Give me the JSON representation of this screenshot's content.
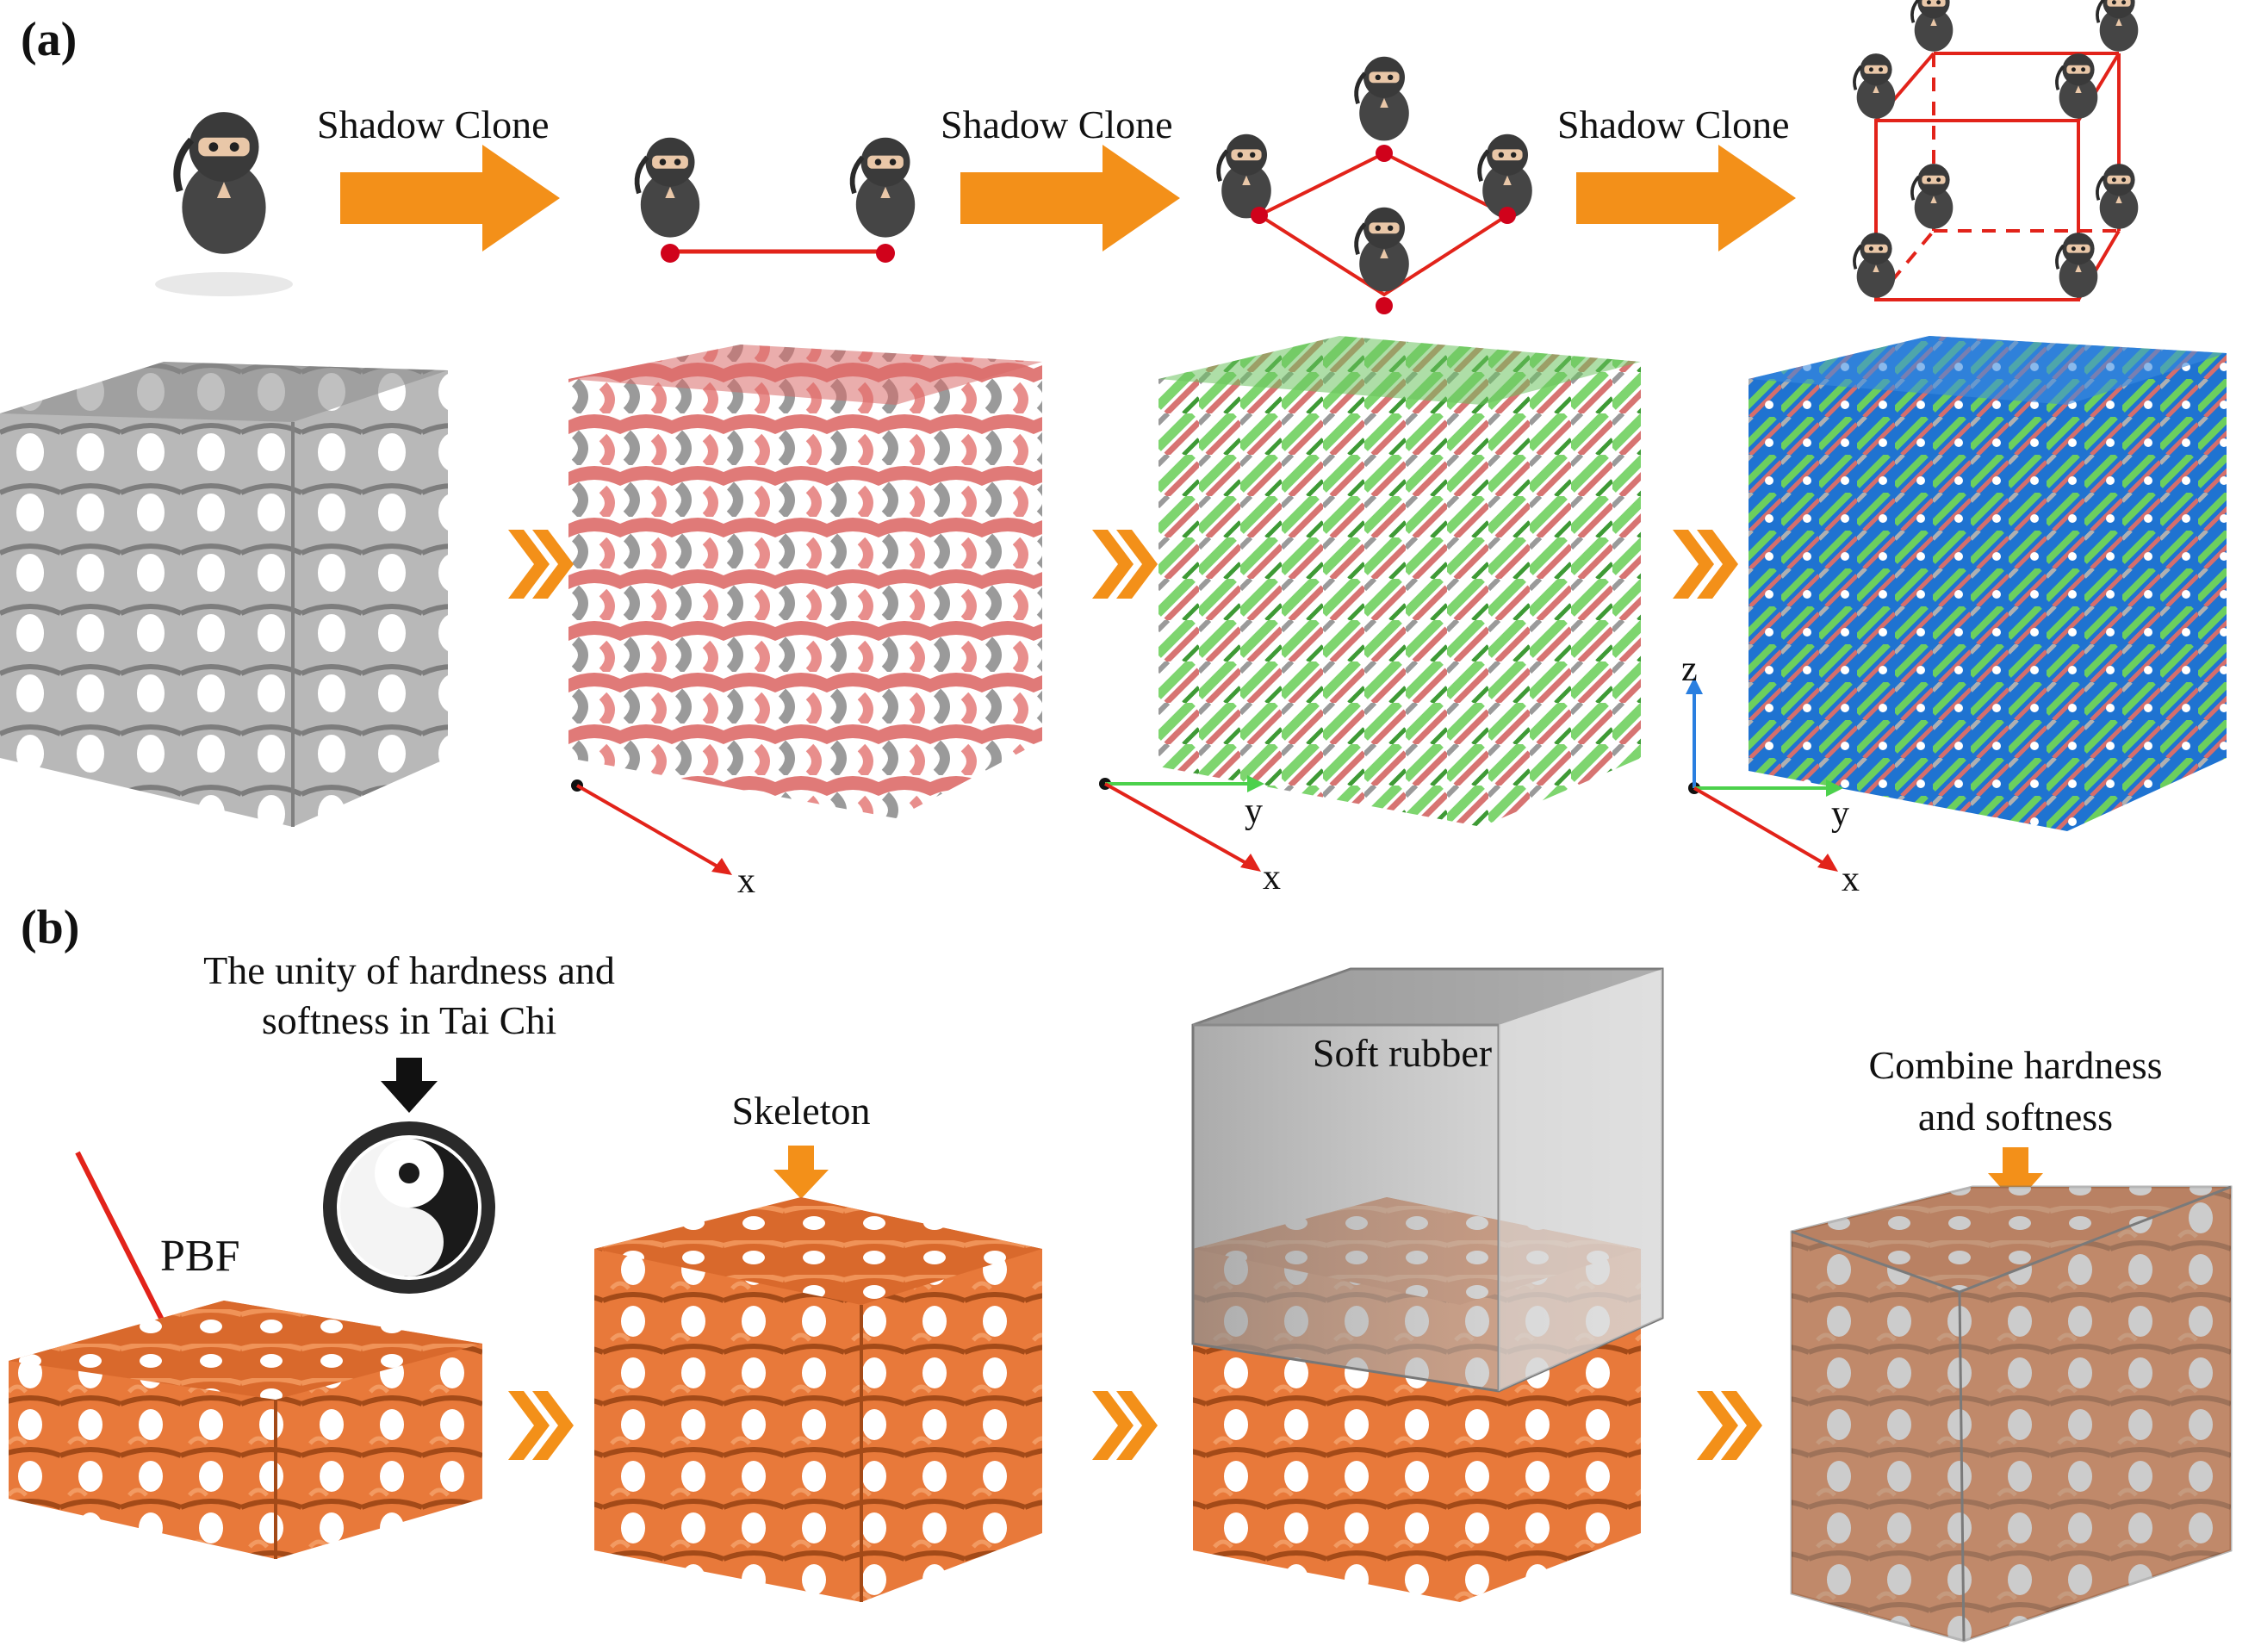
{
  "panel_a": {
    "label": "(a)",
    "arrow_caption": "Shadow Clone",
    "axes": {
      "x": "x",
      "y": "y",
      "z": "z"
    }
  },
  "panel_b": {
    "label": "(b)",
    "taichi_caption_line1": "The unity of hardness and",
    "taichi_caption_line2": "softness in Tai Chi",
    "pbf_label": "PBF",
    "skeleton_label": "Skeleton",
    "soft_rubber_label": "Soft rubber",
    "combine_line1": "Combine hardness",
    "combine_line2": "and softness"
  },
  "colors": {
    "orange_arrow": "#f39019",
    "red_link": "#e2231a",
    "gray_lattice": "#a9a9a9",
    "pink_lattice": "#e07a78",
    "green_lattice": "#7ed56f",
    "blue_lattice": "#1f73d1",
    "orange_lattice": "#e8793a",
    "rubber_box": "#9a9a9a",
    "axis_y": "#4cd14c",
    "axis_z": "#2a7fe0"
  },
  "icons": [
    "ninja-icon",
    "taichi-icon",
    "laser-beam-icon",
    "chevron-double-icon",
    "down-arrow-icon"
  ]
}
